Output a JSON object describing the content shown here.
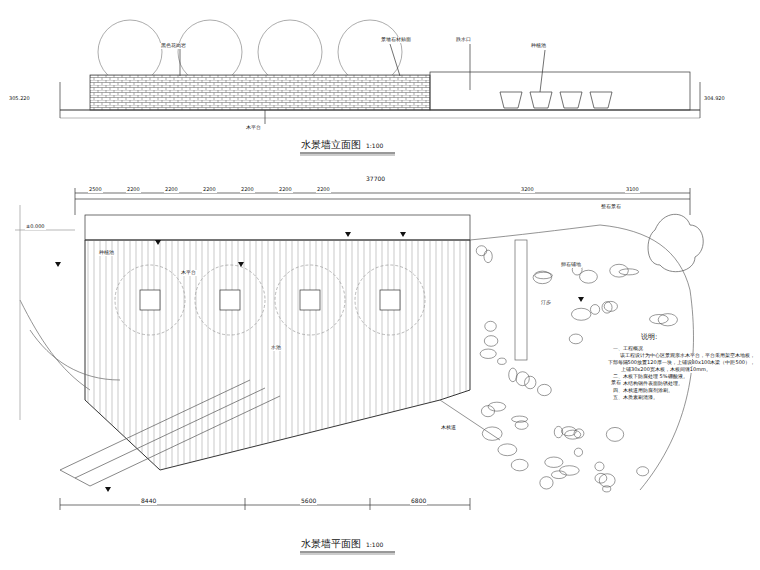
{
  "diagram": {
    "labels": [
      "水景墙立面图",
      "1:100",
      "水景墙平面图",
      "1:100",
      "说明:",
      "一、工程概况",
      "该工程设计为中心区景观亲水木平台，平台采用架空木地板，",
      "下部每隔500放置120厚一块，上铺设80x100木梁（中距500），",
      "上铺30x200宽木板，木板间缝10mm。",
      "二、木板下防腐处理 5%硼酸液。",
      "三、木结构钢件表面防锈处理。",
      "四、木栈道用防腐剂涂刷。",
      "五、木质素刷清漆。",
      "37700",
      "2500",
      "2200",
      "2200",
      "2200",
      "2200",
      "2200",
      "2200",
      "3200",
      "3100",
      "8440",
      "5600",
      "6800",
      "305.220",
      "304.920",
      "黑色花岗岩",
      "景墙石材贴面",
      "跌水口",
      "种植池",
      "木平台",
      "±0.000",
      "木平台",
      "种植池",
      "水池",
      "汀步",
      "卵石铺地",
      "景石",
      "整石景石",
      "木栈道"
    ]
  }
}
